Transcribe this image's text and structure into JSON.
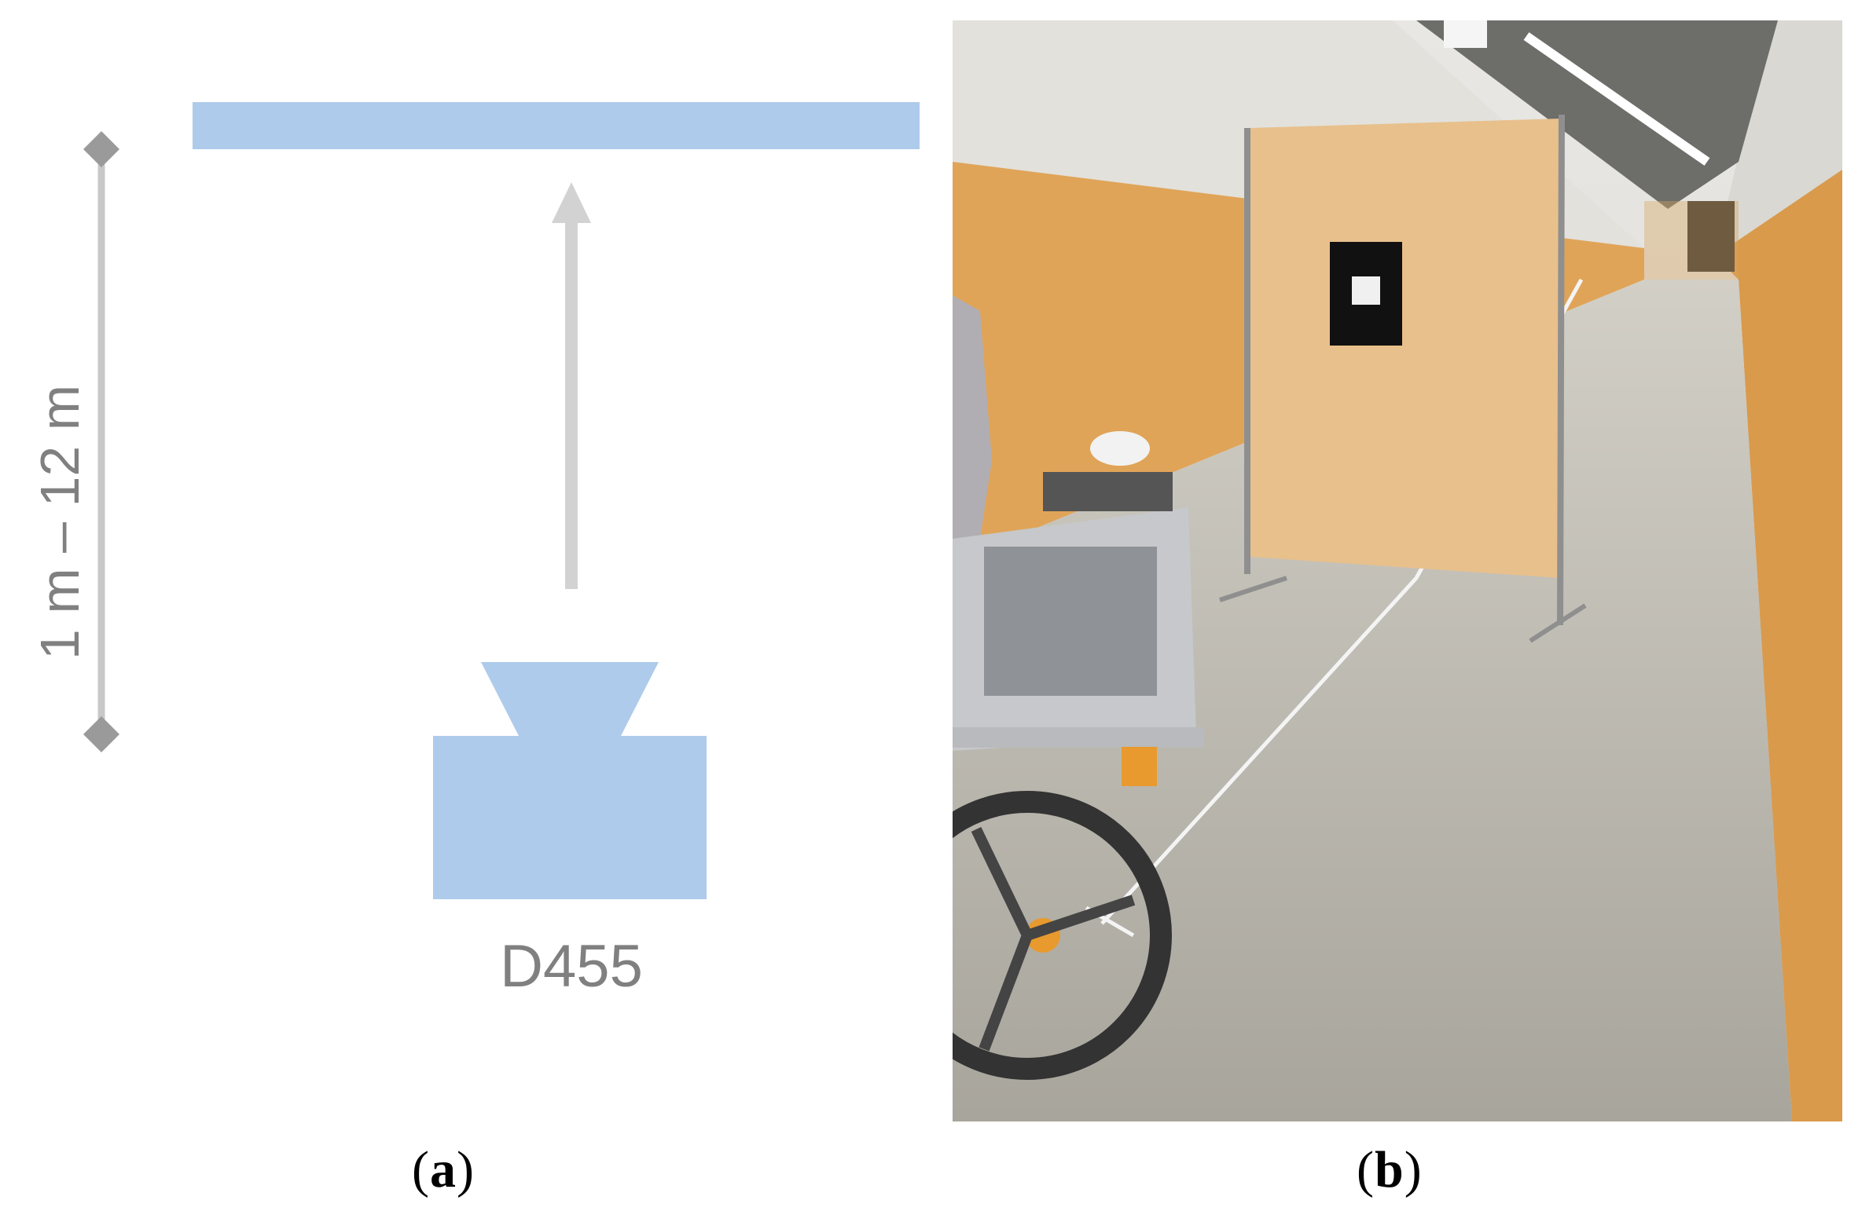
{
  "panel_a": {
    "range_label": "1 m – 12 m",
    "sensor_label": "D455",
    "colors": {
      "shape": "#aecbeb",
      "line": "#c8c8c8",
      "diamond": "#9a9a9a",
      "text": "#808080"
    }
  },
  "panel_b": {
    "description_icon": "corridor-photo",
    "colors": {
      "wall": "#e0a458",
      "floor": "#b9b6ad",
      "board": "#e8c08c"
    }
  },
  "captions": {
    "a": "a",
    "b": "b"
  }
}
